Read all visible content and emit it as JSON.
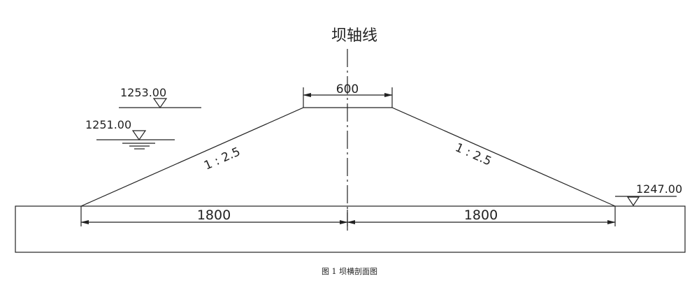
{
  "axis_label": "坝轴线",
  "crest_width": "600",
  "base_left": "1800",
  "base_right": "1800",
  "slope_left": "1 : 2.5",
  "slope_right": "1 : 2.5",
  "elev_top": "1253.00",
  "elev_water": "1251.00",
  "elev_ground": "1247.00",
  "caption": "图 1 坝横剖面图",
  "colors": {
    "line": "#222222",
    "background": "#ffffff"
  }
}
